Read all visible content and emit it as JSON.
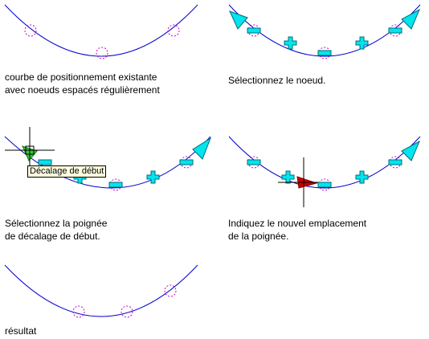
{
  "captions": {
    "panel1_line1": "courbe de positionnement existante",
    "panel1_line2": "avec noeuds espacés régulièrement",
    "panel2_line1": "Sélectionnez le noeud.",
    "panel3_line1": "Sélectionnez la poignée",
    "panel3_line2": "de décalage de début.",
    "panel4_line1": "Indiquez le nouvel emplacement",
    "panel4_line2": "de la poignée.",
    "panel5_line1": "résultat"
  },
  "tooltip": {
    "label": "Décalage de début"
  },
  "colors": {
    "curve": "#0000cc",
    "node_circle": "#cc00cc",
    "grip_fill": "#00e5ee",
    "grip_stroke": "#006b78",
    "grip_selected": "#cc0000",
    "grip_hover": "#33cc33",
    "crosshair": "#000000",
    "tooltip_bg": "#ffffe1"
  }
}
